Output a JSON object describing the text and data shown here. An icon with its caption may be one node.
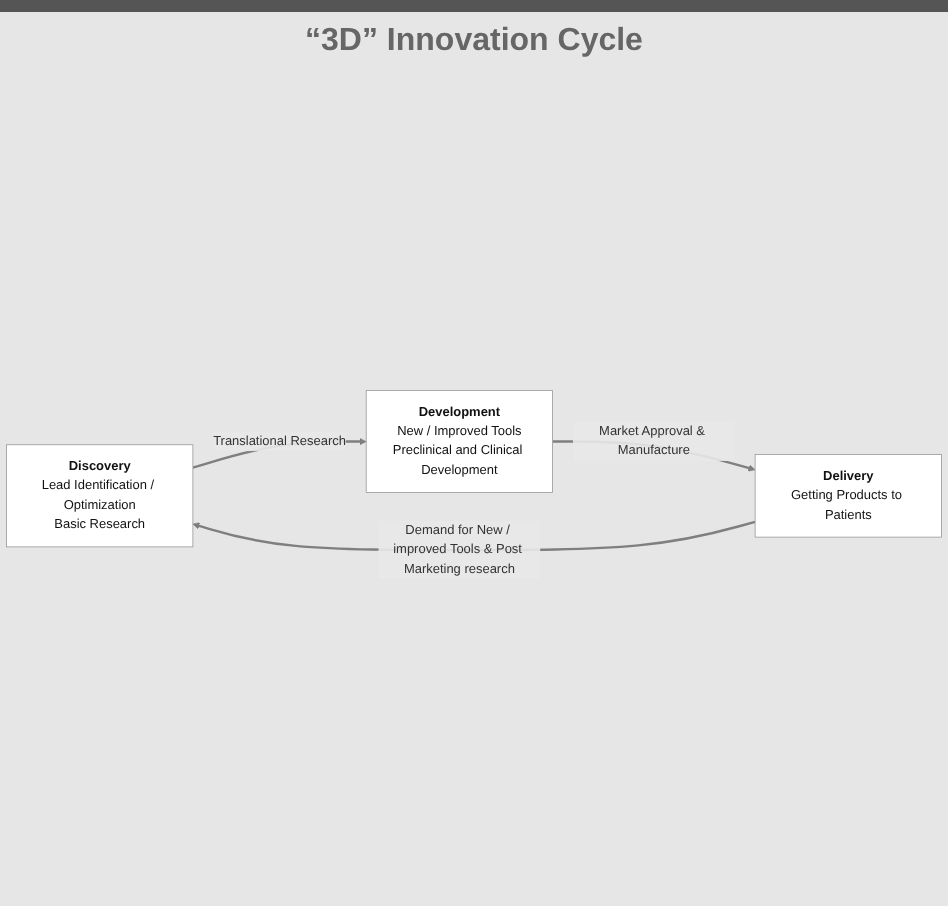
{
  "diagram": {
    "nodes": [
      {
        "text": [
          "Discovery",
          "Lead Identification / Optimization",
          "Basic Research"
        ]
      },
      {
        "text": [
          "Development",
          "New / Improved Tools",
          "Preclinical and Clinical Development"
        ]
      },
      {
        "text": [
          "Delivery",
          "Getting Products to Patients"
        ]
      }
    ],
    "edges": [
      {
        "from": 0,
        "to": 1,
        "arrow": "to",
        "label": "Translational Research"
      },
      {
        "from": 1,
        "to": 2,
        "arrow": "to",
        "label": "Market Approval & Manufacture"
      },
      {
        "from": 2,
        "to": 0,
        "arrow": "to",
        "label": "Demand for New / improved Tools & Post Marketing research"
      }
    ],
    "labels": [
      "“3D” Innovation Cycle"
    ]
  }
}
